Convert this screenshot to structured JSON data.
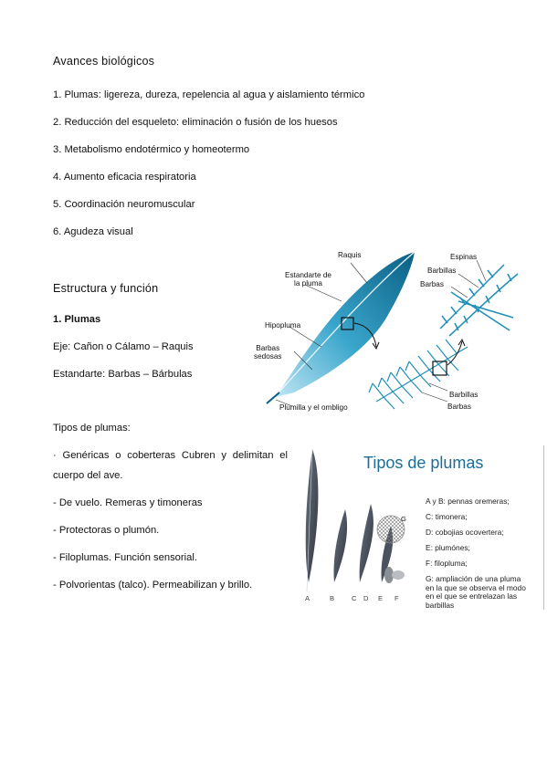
{
  "section1": {
    "title": "Avances biológicos",
    "items": [
      "1. Plumas: ligereza, dureza, repelencia al agua y aislamiento térmico",
      "2. Reducción del esqueleto: eliminación o fusión de los huesos",
      "3. Metabolismo endotérmico y homeotermo",
      "4. Aumento eficacia respiratoria",
      "5. Coordinación neuromuscular",
      "6. Agudeza visual"
    ]
  },
  "section2": {
    "title": "Estructura y función",
    "subtitle": "1. Plumas",
    "eje": "Eje: Cañon o Cálamo   –   Raquis",
    "estandarte": "Estandarte: Barbas  –  Bárbulas"
  },
  "tipos": {
    "heading": "Tipos de plumas:",
    "items": [
      "· Genéricas o coberteras Cubren y delimitan el",
      "cuerpo del ave.",
      "- De vuelo. Remeras y timoneras",
      "- Protectoras o plumón.",
      "- Filoplumas. Función sensorial.",
      "- Polvorientas (talco). Permeabilizan y brillo."
    ]
  },
  "figure1": {
    "labels": {
      "raquis": "Raquis",
      "estandarte": "Estandarte de\nla pluma",
      "hipopluma": "Hipopluma",
      "barbas_sedosas": "Barbas\nsedosas",
      "plumilla": "Plumilla y el ombligo",
      "espinas": "Espinas",
      "barbillas_top": "Barbillas",
      "barbas_top": "Barbas",
      "barbillas_bottom": "Barbillas",
      "barbas_bottom": "Barbas"
    },
    "colors": {
      "feather": "#1f8fb8",
      "feather_dark": "#0b5f84"
    }
  },
  "figure2": {
    "title": "Tipos de plumas",
    "captions": [
      "A y B: pennas oremeras;",
      "C: timonera;",
      "D: cobojias ocovertera;",
      "E: plumónes;",
      "F: filopluma;",
      "G: ampliación de una pluma\nen la que se observa el modo\nen el que se entrelazan las\nbarbillas"
    ],
    "letters": [
      "A",
      "B",
      "C",
      "D",
      "E",
      "F"
    ],
    "inset_letter": "G"
  }
}
